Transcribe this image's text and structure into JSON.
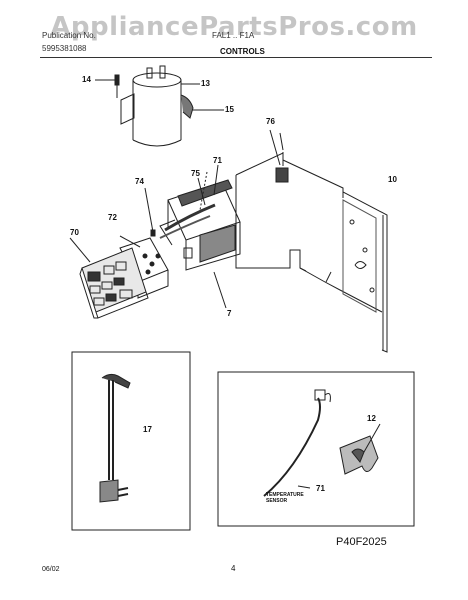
{
  "watermark": "AppliancePartsPros.com",
  "header": {
    "left_top": "Publication No.",
    "left_bottom": "5995381088",
    "model": "FAL1 .. F1A",
    "title": "CONTROLS"
  },
  "callouts": {
    "c14": "14",
    "c13": "13",
    "c15": "15",
    "c76": "76",
    "c71a": "71",
    "c10": "10",
    "c74": "74",
    "c75": "75",
    "c72": "72",
    "c70": "70",
    "c7": "7",
    "c17": "17",
    "c12": "12",
    "c71b": "71"
  },
  "sensor_label": "TEMPERATURE SENSOR",
  "figure_code": "P40F2025",
  "date": "06/02",
  "page_number": "4"
}
